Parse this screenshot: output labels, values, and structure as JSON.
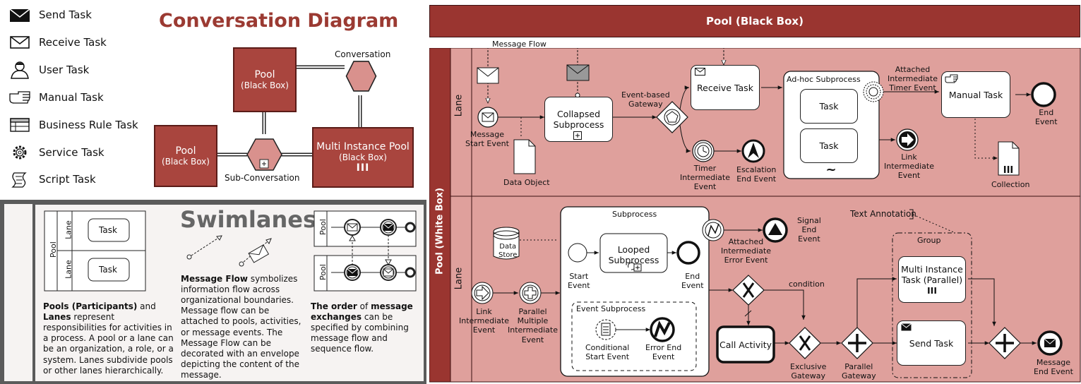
{
  "legend": {
    "items": [
      {
        "label": "Send Task",
        "icon": "send-task-icon"
      },
      {
        "label": "Receive Task",
        "icon": "receive-task-icon"
      },
      {
        "label": "User Task",
        "icon": "user-task-icon"
      },
      {
        "label": "Manual Task",
        "icon": "manual-task-icon"
      },
      {
        "label": "Business Rule Task",
        "icon": "business-rule-task-icon"
      },
      {
        "label": "Service Task",
        "icon": "service-task-icon"
      },
      {
        "label": "Script Task",
        "icon": "script-task-icon"
      }
    ]
  },
  "conversation": {
    "title": "Conversation Diagram",
    "pool1": {
      "name": "Pool",
      "sub": "(Black Box)"
    },
    "pool2": {
      "name": "Pool",
      "sub": "(Black Box)"
    },
    "pool3": {
      "name": "Multi Instance Pool",
      "sub": "(Black Box)"
    },
    "conversation_label": "Conversation",
    "subconversation_label": "Sub-Conversation"
  },
  "swimlanes": {
    "title": "Swimlanes",
    "pool_label": "Pool",
    "lane_label": "Lane",
    "task_label": "Task",
    "pools_text_bold1": "Pools (Participants)",
    "pools_text_and": " and ",
    "pools_text_bold2": "Lanes",
    "pools_text_rest": "represent responsibilities for activities in a process. A pool or a lane can be an organization, a role, or a system. Lanes subdivide pools or other lanes hierarchically.",
    "mf_bold": "Message Flow",
    "mf_text": " symbolizes information flow across organizational boundaries. Message flow can be attached to pools, activities, or message events. The Message Flow can be decorated with an envelope depicting the content of the message.",
    "order_bold1": "The order",
    "order_mid": " of ",
    "order_bold2": "message exchanges",
    "order_rest": " can be specified by combining message flow and sequence flow."
  },
  "diagram": {
    "black_pool": "Pool (Black Box)",
    "white_pool": "Pool (White Box)",
    "lane1": "Lane",
    "lane2": "Lane",
    "message_flow": "Message Flow",
    "message_start": "Message\nStart Event",
    "collapsed_subprocess": "Collapsed\nSubprocess",
    "event_based_gateway": "Event-based\nGateway",
    "receive_task": "Receive Task",
    "adhoc_subprocess": "Ad-hoc Subprocess",
    "adhoc_task1": "Task",
    "adhoc_task2": "Task",
    "attached_timer": "Attached\nIntermediate\nTimer Event",
    "manual_task": "Manual Task",
    "end_event_1": "End\nEvent",
    "timer_intermediate": "Timer\nIntermediate\nEvent",
    "escalation_end": "Escalation\nEnd Event",
    "data_object": "Data Object",
    "link_intermediate_1": "Link\nIntermediate\nEvent",
    "collection": "Collection",
    "subprocess": "Subprocess",
    "data_store": "Data\nStore",
    "start_event": "Start\nEvent",
    "looped_subprocess": "Looped\nSubprocess",
    "end_event_2": "End\nEvent",
    "attached_error": "Attached\nIntermediate\nError Event",
    "signal_end": "Signal\nEnd\nEvent",
    "text_annotation": "Text Annotation",
    "group": "Group",
    "multi_instance_task": "Multi Instance\nTask (Parallel)",
    "condition": "condition",
    "link_intermediate_2": "Link\nIntermediate\nEvent",
    "parallel_multiple": "Parallel\nMultiple\nIntermediate\nEvent",
    "event_subprocess": "Event Subprocess",
    "conditional_start": "Conditional\nStart Event",
    "error_end": "Error End\nEvent",
    "call_activity": "Call Activity",
    "exclusive_gateway": "Exclusive\nGateway",
    "parallel_gateway": "Parallel\nGateway",
    "send_task": "Send Task",
    "message_end": "Message\nEnd Event"
  },
  "colors": {
    "pool_dark": "#9a3530",
    "lane_fill": "#dfa09c",
    "accent": "#9b3a32"
  }
}
